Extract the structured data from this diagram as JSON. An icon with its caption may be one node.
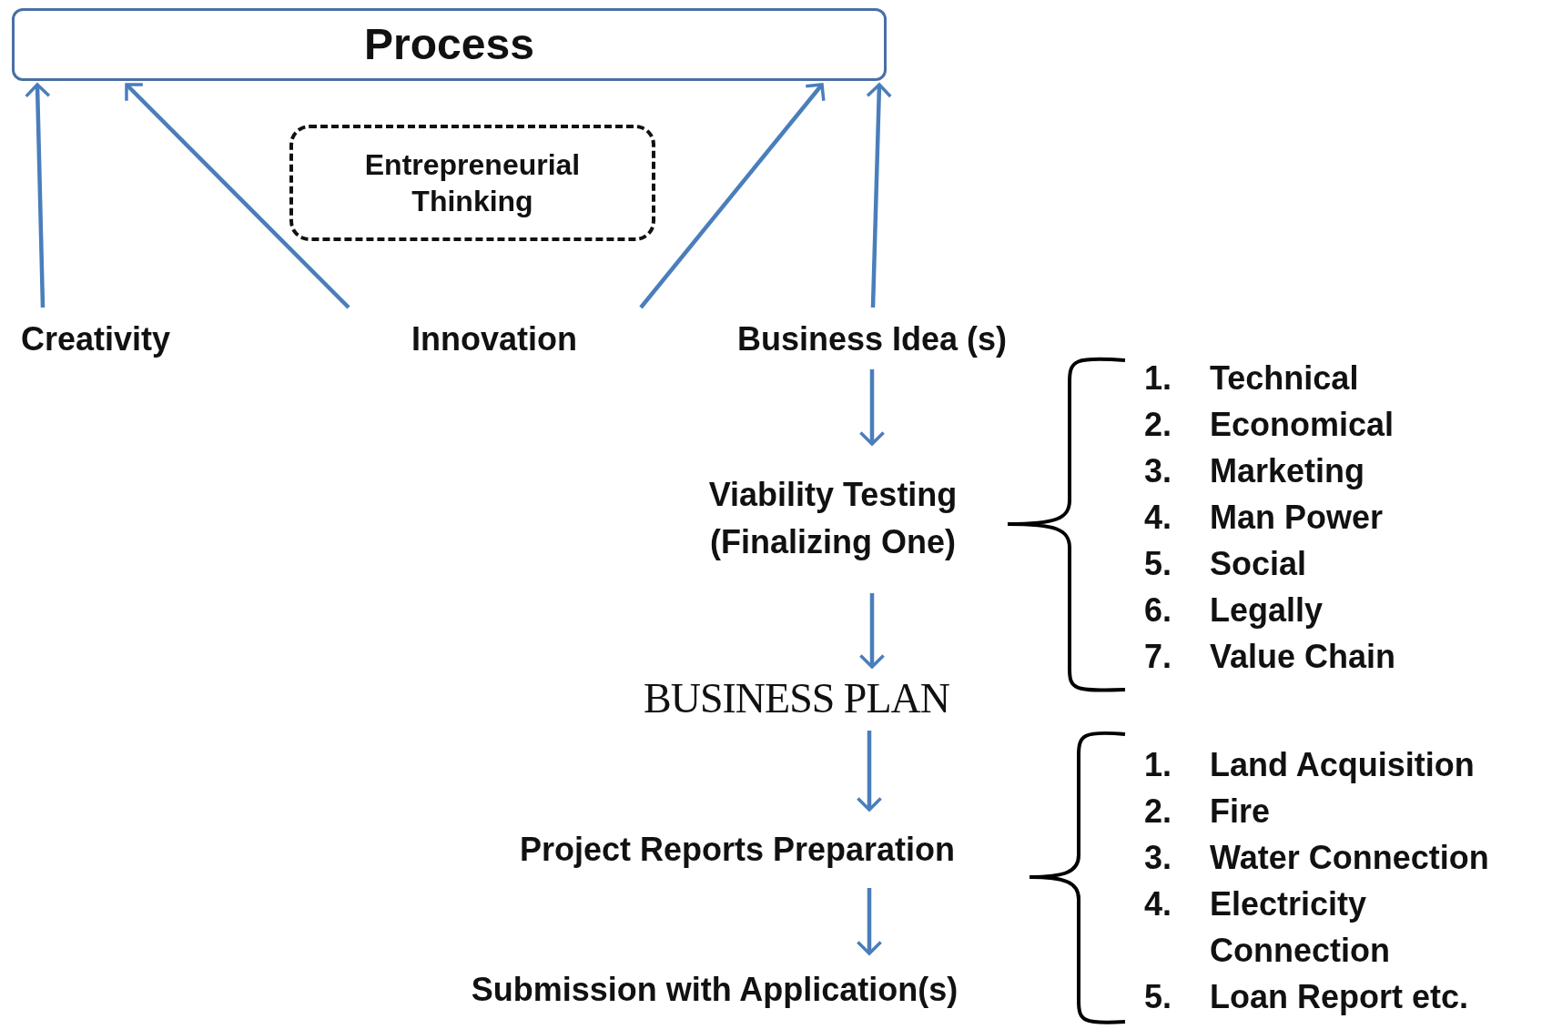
{
  "diagram": {
    "nodes": [
      {
        "text": [
          "Process"
        ]
      },
      {
        "text": [
          "Entrepreneurial Thinking"
        ]
      },
      {
        "text": [
          "Creativity"
        ]
      },
      {
        "text": [
          "Innovation"
        ]
      },
      {
        "text": [
          "Business Idea (s)"
        ]
      },
      {
        "text": [
          "Viability Testing (Finalizing One)"
        ]
      },
      {
        "text": [
          "BUSINESS PLAN"
        ]
      },
      {
        "text": [
          "Project Reports Preparation"
        ]
      },
      {
        "text": [
          "Submission with Application(s)"
        ]
      }
    ],
    "edges": [
      {
        "from": 2,
        "to": 0,
        "arrow": "to"
      },
      {
        "from": 3,
        "to": 0,
        "arrow": "to"
      },
      {
        "from": 3,
        "to": 0,
        "arrow": "to"
      },
      {
        "from": 4,
        "to": 0,
        "arrow": "to"
      },
      {
        "from": 4,
        "to": 5,
        "arrow": "to"
      },
      {
        "from": 5,
        "to": 6,
        "arrow": "to"
      },
      {
        "from": 6,
        "to": 7,
        "arrow": "to"
      },
      {
        "from": 7,
        "to": 8,
        "arrow": "to"
      }
    ],
    "labels": [
      "1. Technical",
      "2. Economical",
      "3. Marketing",
      "4. Man Power",
      "5. Social",
      "6. Legally",
      "7. Value Chain",
      "1. Land Acquisition",
      "2. Fire",
      "3. Water Connection",
      "4. Electricity Connection",
      "5. Loan Report etc."
    ]
  }
}
